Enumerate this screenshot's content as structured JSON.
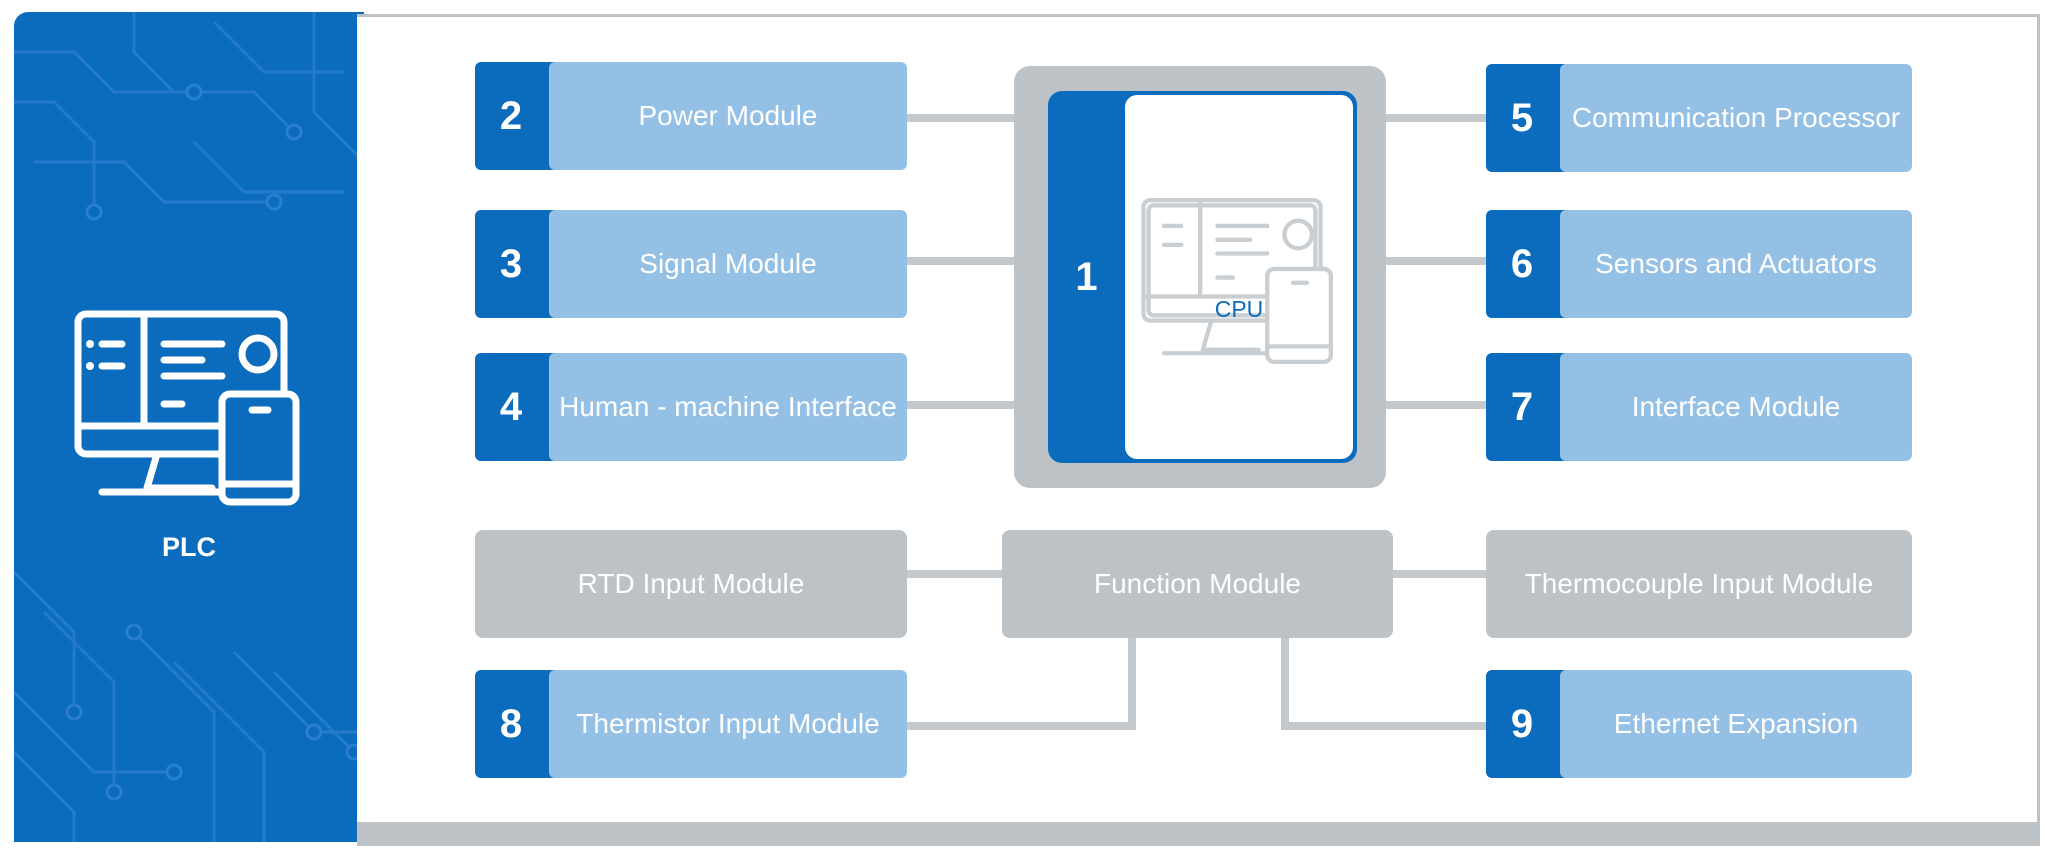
{
  "left_panel": {
    "label": "PLC",
    "icon": "computer-devices-icon"
  },
  "cpu": {
    "number": "1",
    "label": "CPU",
    "icon": "computer-devices-icon"
  },
  "modules": [
    {
      "number": "2",
      "label": "Power Module"
    },
    {
      "number": "3",
      "label": "Signal Module"
    },
    {
      "number": "4",
      "label": "Human - machine Interface"
    },
    {
      "number": "5",
      "label": "Communication Processor"
    },
    {
      "number": "6",
      "label": "Sensors and Actuators"
    },
    {
      "number": "7",
      "label": "Interface Module"
    },
    {
      "number": "8",
      "label": "Thermistor Input Module"
    },
    {
      "number": "9",
      "label": "Ethernet Expansion"
    }
  ],
  "gray_modules": {
    "rtd": "RTD Input Module",
    "function": "Function Module",
    "thermocouple": "Thermocouple Input Module"
  },
  "colors": {
    "blue": "#0b6bbd",
    "light_blue": "#94c0e6",
    "gray": "#bcc2c6"
  }
}
